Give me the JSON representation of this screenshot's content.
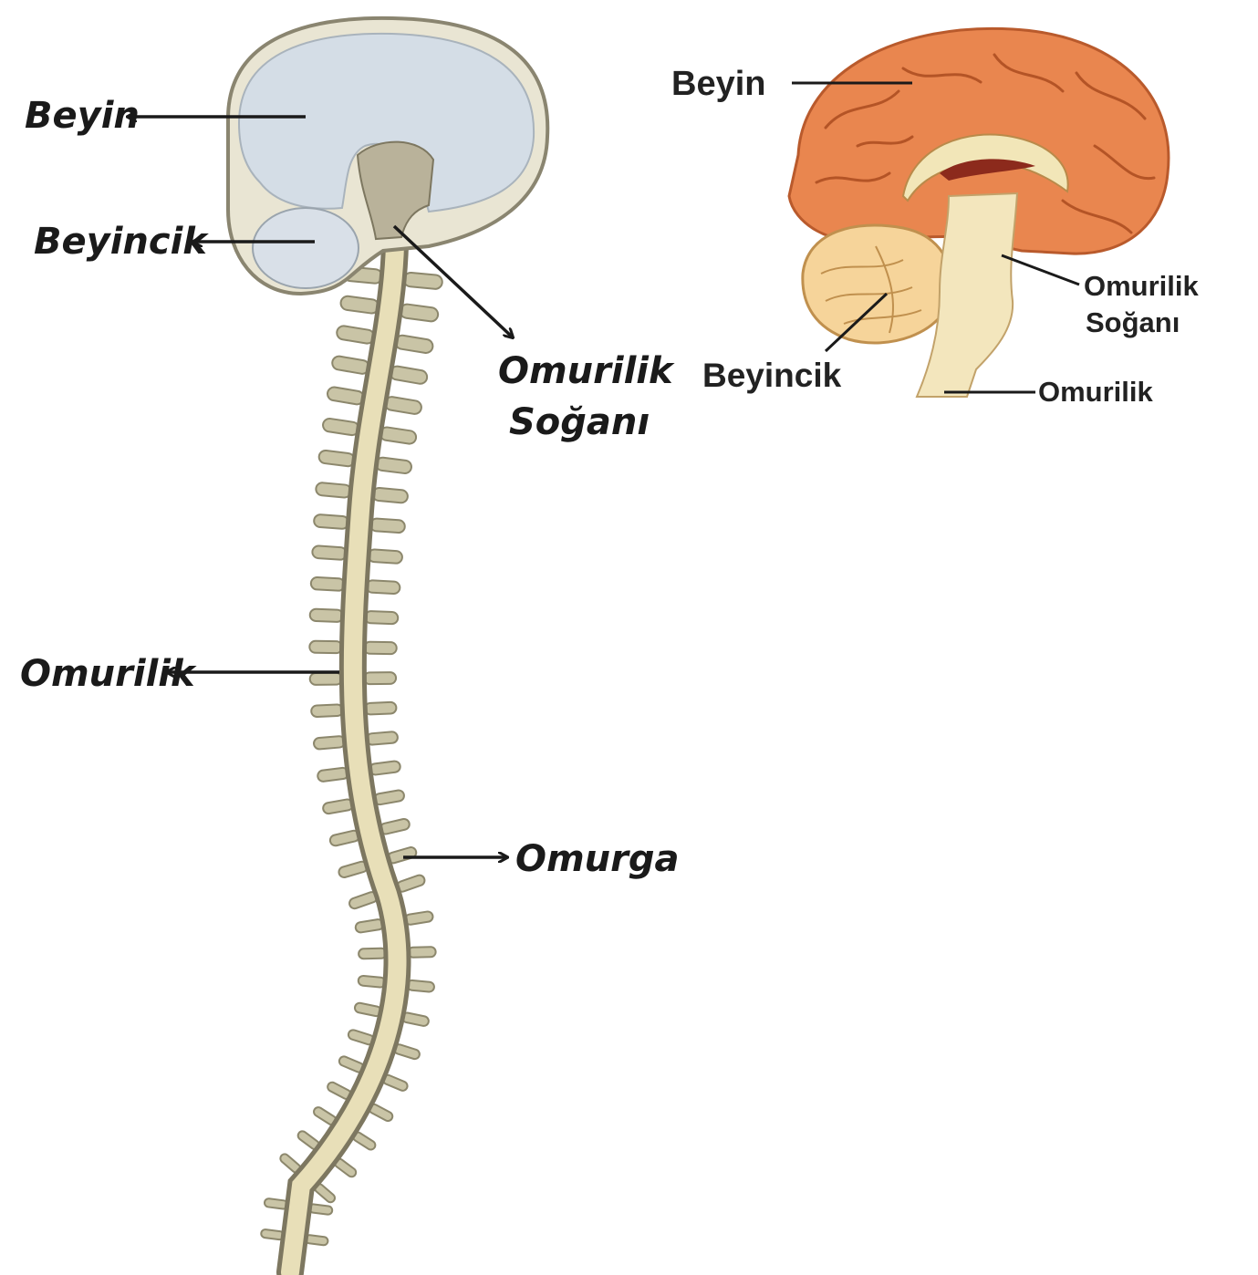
{
  "left_diagram": {
    "labels": {
      "brain": "Beyin",
      "cerebellum": "Beyincik",
      "medulla_line1": "Omurilik",
      "medulla_line2": "Soğanı",
      "spinal_cord": "Omurilik",
      "spine": "Omurga"
    }
  },
  "right_diagram": {
    "labels": {
      "brain": "Beyin",
      "cerebellum": "Beyincik",
      "medulla_line1": "Omurilik",
      "medulla_line2": "Soğanı",
      "spinal_cord": "Omurilik"
    }
  },
  "colors": {
    "brain_left": "#d4dde6",
    "cerebrum_right": "#e9864f",
    "cerebellum_right": "#f6d49a",
    "spinal_cord": "#e8dfb8",
    "vertebra": "#c9c4a6",
    "line": "#1a1a1a"
  }
}
